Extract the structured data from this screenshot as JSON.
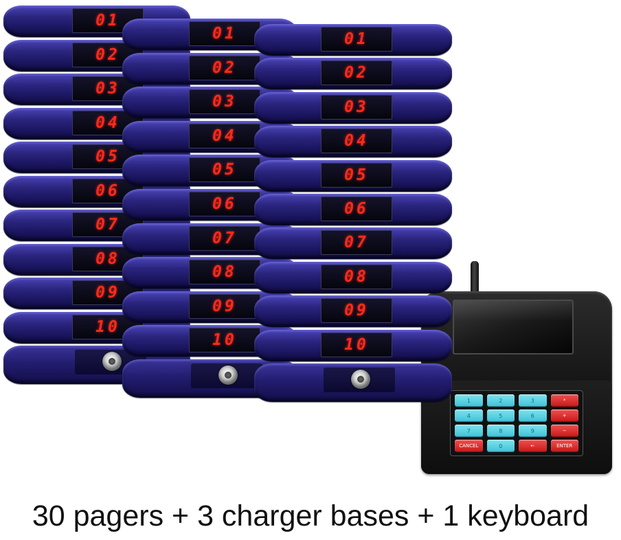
{
  "stacks": [
    {
      "id": "left",
      "pagers": [
        "01",
        "02",
        "03",
        "04",
        "05",
        "06",
        "07",
        "08",
        "09",
        "10"
      ]
    },
    {
      "id": "middle",
      "pagers": [
        "01",
        "02",
        "03",
        "04",
        "05",
        "06",
        "07",
        "08",
        "09",
        "10"
      ]
    },
    {
      "id": "right",
      "pagers": [
        "01",
        "02",
        "03",
        "04",
        "05",
        "06",
        "07",
        "08",
        "09",
        "10"
      ]
    }
  ],
  "keyboard": {
    "keys": [
      "1",
      "2",
      "3",
      "*",
      "4",
      "5",
      "6",
      "+",
      "7",
      "8",
      "9",
      "−",
      "CANCEL",
      "0",
      "←",
      "ENTER"
    ]
  },
  "caption": "30 pagers + 3 charger bases + 1 keyboard",
  "colors": {
    "pager_body": "#2c2680",
    "digit": "#ff2a1a",
    "key_number": "#3fc2d8",
    "key_function": "#c81818"
  }
}
